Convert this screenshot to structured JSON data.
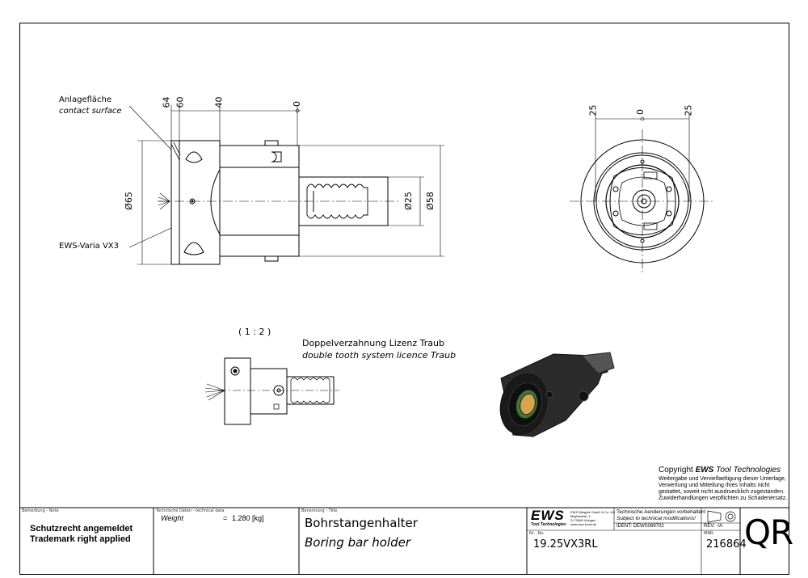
{
  "views": {
    "contact_label_de": "Anlagefläche",
    "contact_label_en": "contact surface",
    "product_label": "EWS-Varia VX3",
    "dim_64": "64",
    "dim_60": "60",
    "dim_40": "40",
    "dim_0_side": "0",
    "dim_d65": "Ø65",
    "dim_d25": "Ø25",
    "dim_d58": "Ø58",
    "dim_25_left": "25",
    "dim_0_front": "0",
    "dim_25_right": "25",
    "scale": "( 1 : 2 )",
    "tooth_de": "Doppelverzahnung Lizenz Traub",
    "tooth_en": "double tooth system licence Traub"
  },
  "copyright": {
    "prefix": "Copyright ",
    "brand": "EWS",
    "suffix": " Tool Technologies",
    "line1": "Weitergabe und Vervielfaeltigung dieser Unterlage,",
    "line2": "Verwertung und Mitteilung ihres Inhalts nicht",
    "line3": "gestattet, soweit nicht ausdruecklich zugestanden.",
    "line4": "Zuwiderhandlungen verpflichten zu Schadenersatz."
  },
  "titleblock": {
    "remark_caption": "Bemerkung - Note",
    "remark_line1": "Schutzrecht angemeldet",
    "remark_line2": "Trademark right applied",
    "tech_caption": "Technische Daten - technical data",
    "weight_label": "Weight",
    "weight_eq": "=",
    "weight_value": "1.280 [kg]",
    "name_caption": "Benennung - Title",
    "name_de": "Bohrstangenhalter",
    "name_en": "Boring bar holder",
    "logo": "EWS",
    "logo_sub": "Tool Technologies",
    "company1": "EWS Weigele GmbH & Co. KG",
    "company2": "Maybachstr. 1",
    "company3": "D-73066 Uhingen",
    "company4": "www.ews-tools.de",
    "tech_change_de": "Technische Aenderungen vorbehalten!",
    "tech_change_en": "Subject to technical modifications!",
    "ident": "IDENT: DEWS089702",
    "rev": "REV: -/A",
    "nr_caption": "Nr - No",
    "nr": "19.25VX3RL",
    "mnr_caption": "MNR:",
    "mnr": "216864",
    "qr": "QR"
  }
}
